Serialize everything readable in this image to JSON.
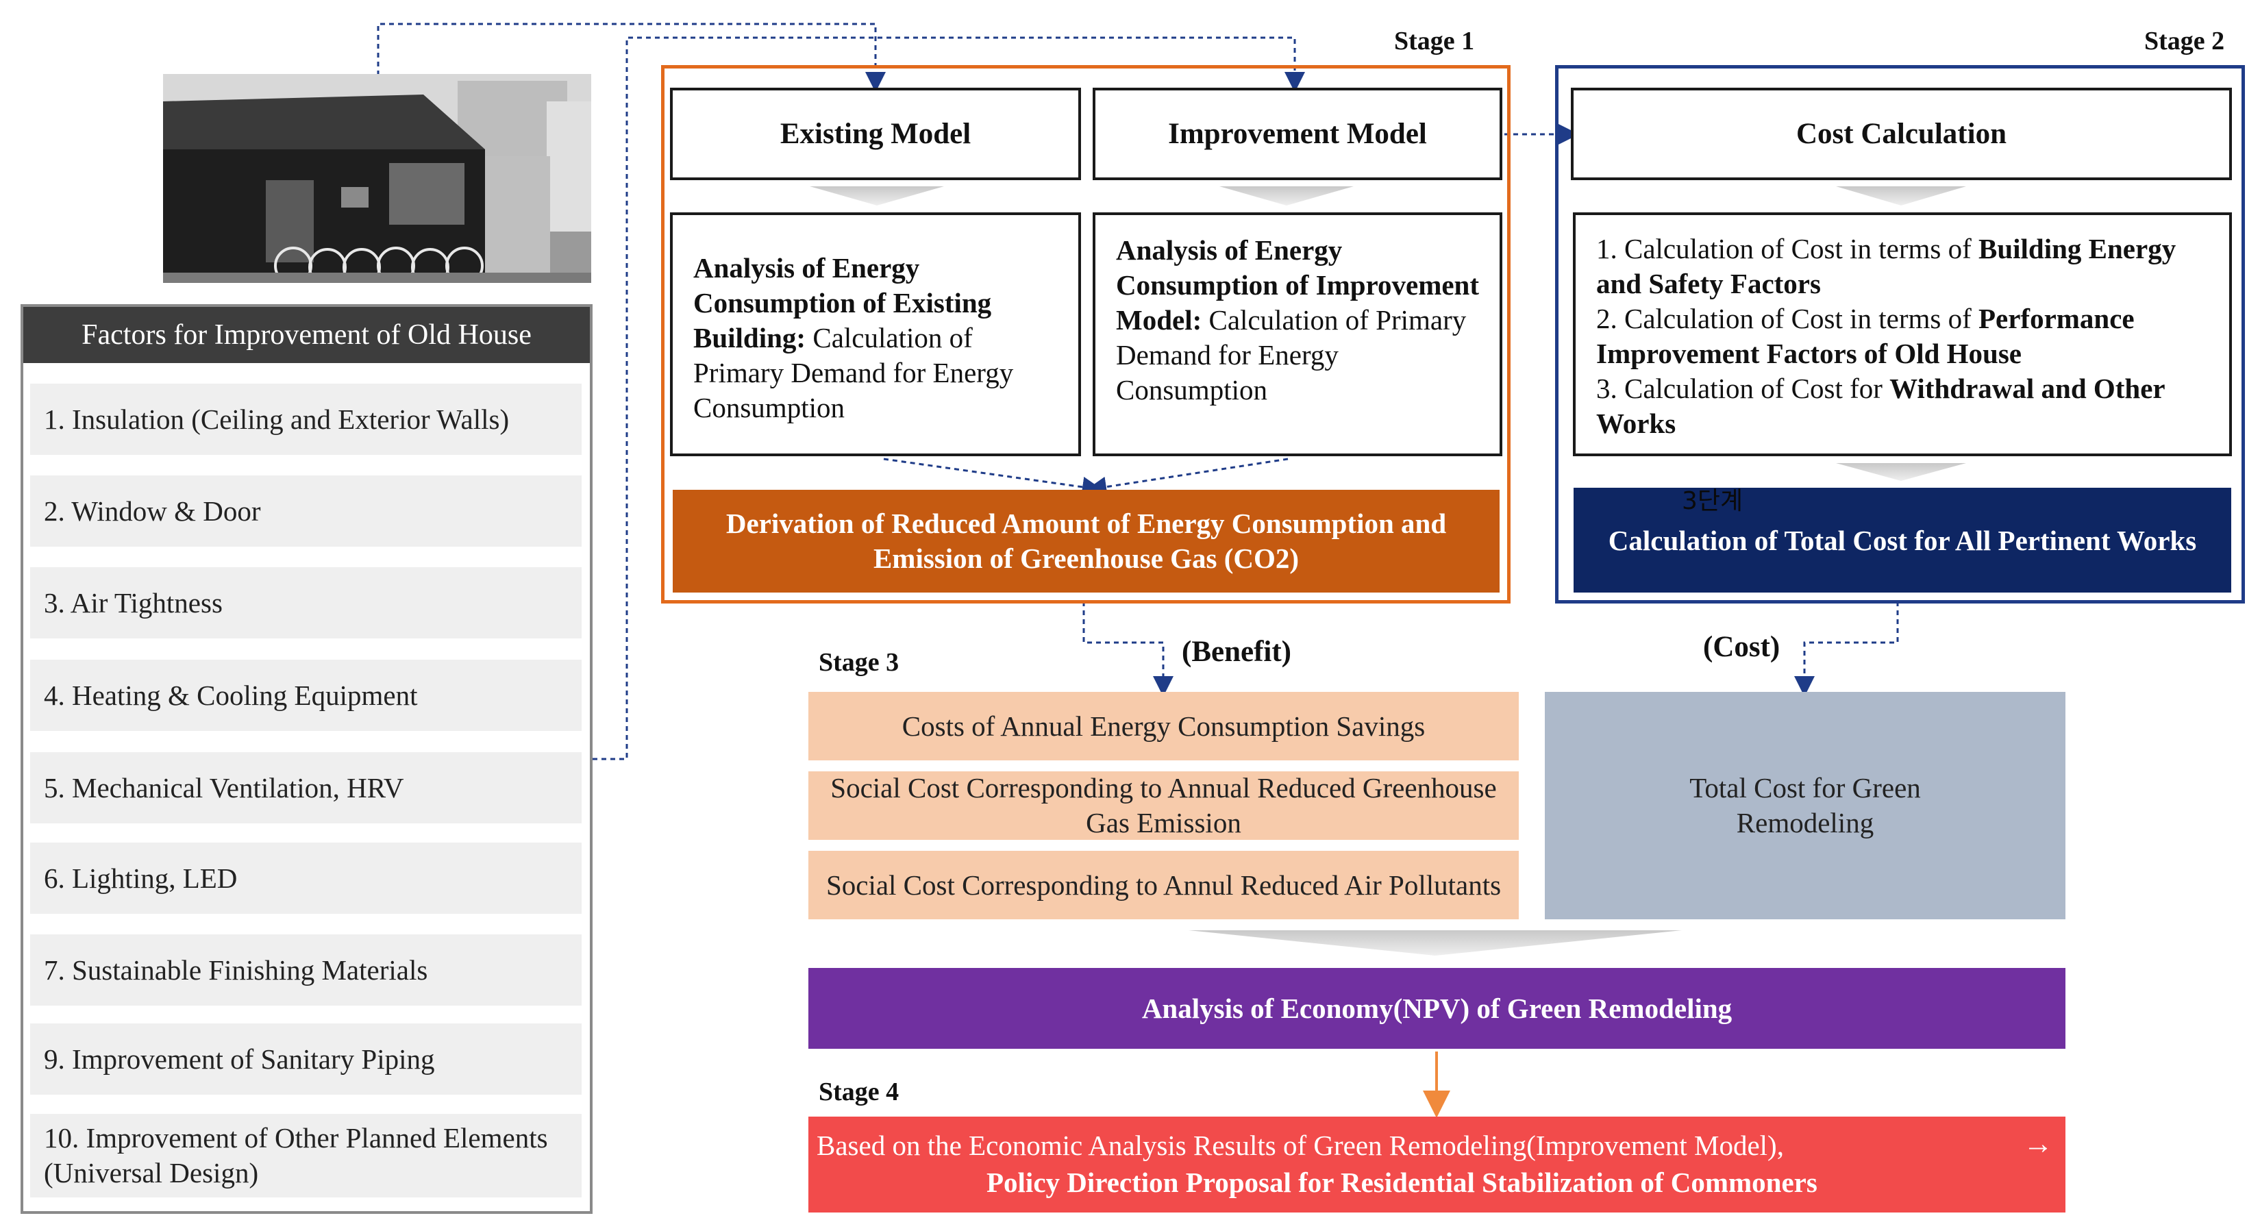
{
  "photo": {
    "alt": "Old house building photo"
  },
  "factors": {
    "title": "Factors for Improvement of Old House",
    "items": [
      "1. Insulation (Ceiling and Exterior Walls)",
      "2. Window & Door",
      "3. Air Tightness",
      "4. Heating & Cooling Equipment",
      "5. Mechanical Ventilation, HRV",
      "6. Lighting, LED",
      "7. Sustainable Finishing Materials",
      "9. Improvement of Sanitary Piping",
      "10. Improvement of Other Planned Elements (Universal Design)"
    ]
  },
  "stage1": {
    "label": "Stage 1",
    "existing_title": "Existing Model",
    "improvement_title": "Improvement Model",
    "existing_bold": "Analysis of Energy Consumption of Existing Building:",
    "existing_text": " Calculation of Primary Demand for Energy Consumption",
    "improvement_bold": "Analysis of Energy Consumption of Improvement Model:",
    "improvement_text": " Calculation of Primary Demand for Energy Consumption",
    "derivation": "Derivation of Reduced Amount of Energy Consumption and Emission of Greenhouse Gas (CO2)"
  },
  "stage2": {
    "label": "Stage 2",
    "cost_title": "Cost Calculation",
    "item1_plain": "1. Calculation of Cost in terms of ",
    "item1_bold": "Building Energy and Safety Factors",
    "item2_plain": "2. Calculation of Cost in terms of ",
    "item2_bold": "Performance Improvement Factors of Old House",
    "item3_plain": "3. Calculation of Cost for ",
    "item3_bold": "Withdrawal and Other Works",
    "korean_tag": "3단계",
    "total_title": "Calculation of Total Cost for All Pertinent Works"
  },
  "stage3": {
    "label": "Stage 3",
    "benefit_label": "(Benefit)",
    "cost_label": "(Cost)",
    "benefits": [
      "Costs of Annual Energy Consumption Savings",
      "Social Cost Corresponding to Annual Reduced Greenhouse Gas Emission",
      "Social Cost Corresponding to Annul Reduced Air Pollutants"
    ],
    "total_cost": "Total Cost for Green Remodeling",
    "npv": "Analysis of Economy(NPV) of Green Remodeling"
  },
  "stage4": {
    "label": "Stage 4",
    "line1": "Based on the Economic Analysis Results of Green Remodeling(Improvement Model),",
    "arrow": "→",
    "line2": "Policy Direction Proposal for Residential Stabilization of Commoners"
  },
  "colors": {
    "stage1_border": "#e26a1c",
    "derivation_fill": "#c55a11",
    "stage2_border": "#1f3c88",
    "total_cost_fill": "#0e2663",
    "benefit_fill": "#f7cbab",
    "cost_fill": "#adb9ca",
    "npv_fill": "#7030a0",
    "stage4_fill": "#f24b4b",
    "connector": "#1f3c88"
  }
}
